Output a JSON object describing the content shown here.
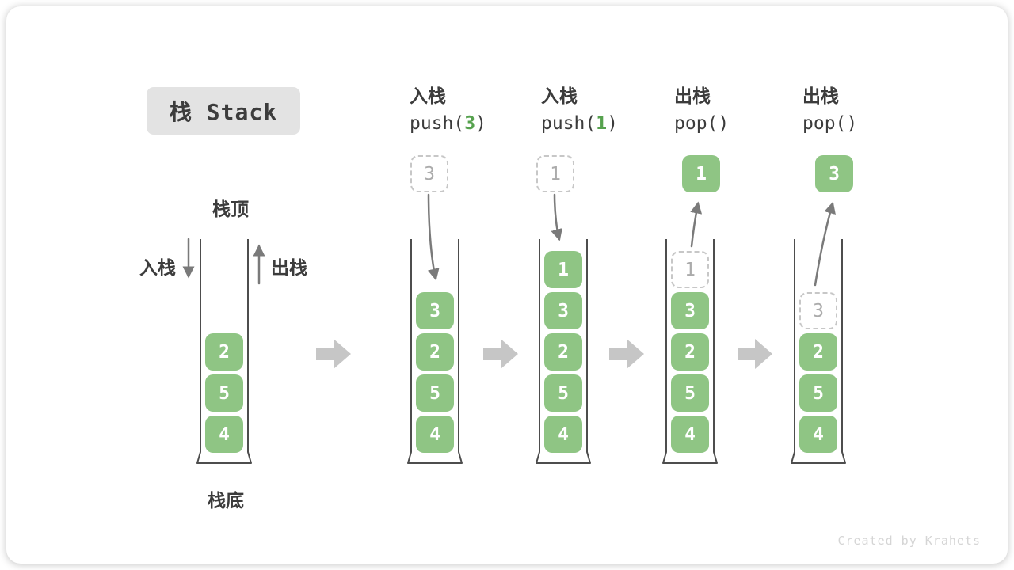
{
  "title": "栈 Stack",
  "side_labels": {
    "top": "栈顶",
    "bottom": "栈底",
    "push": "入栈",
    "pop": "出栈"
  },
  "watermark": "Created by Krahets",
  "colors": {
    "cell_green": "#8FC584",
    "code_arg_green": "#56A24E",
    "ghost_border": "#C7C7C7",
    "ghost_text": "#ABABAB",
    "arrow_gray": "#7A7A7A",
    "block_arrow_gray": "#C6C6C6",
    "container_stroke": "#4D4D4D",
    "title_bg": "#E3E3E3",
    "text_dark": "#3C3C3C"
  },
  "operations": [
    {
      "action": "入栈",
      "code": {
        "pre": "push(",
        "arg": "3",
        "post": ")"
      },
      "float": {
        "type": "ghost",
        "value": "3"
      }
    },
    {
      "action": "入栈",
      "code": {
        "pre": "push(",
        "arg": "1",
        "post": ")"
      },
      "float": {
        "type": "ghost",
        "value": "1"
      }
    },
    {
      "action": "出栈",
      "code": {
        "pre": "pop()",
        "arg": "",
        "post": ""
      },
      "float": {
        "type": "solid",
        "value": "1"
      }
    },
    {
      "action": "出栈",
      "code": {
        "pre": "pop()",
        "arg": "",
        "post": ""
      },
      "float": {
        "type": "solid",
        "value": "3"
      }
    }
  ],
  "stacks": [
    {
      "cells": [
        "4",
        "5",
        "2"
      ]
    },
    {
      "cells": [
        "4",
        "5",
        "2",
        "3"
      ]
    },
    {
      "cells": [
        "4",
        "5",
        "2",
        "3",
        "1"
      ]
    },
    {
      "cells": [
        "4",
        "5",
        "2",
        "3"
      ],
      "ghost": {
        "value": "1",
        "row": 5
      }
    },
    {
      "cells": [
        "4",
        "5",
        "2"
      ],
      "ghost": {
        "value": "3",
        "row": 4
      }
    }
  ]
}
